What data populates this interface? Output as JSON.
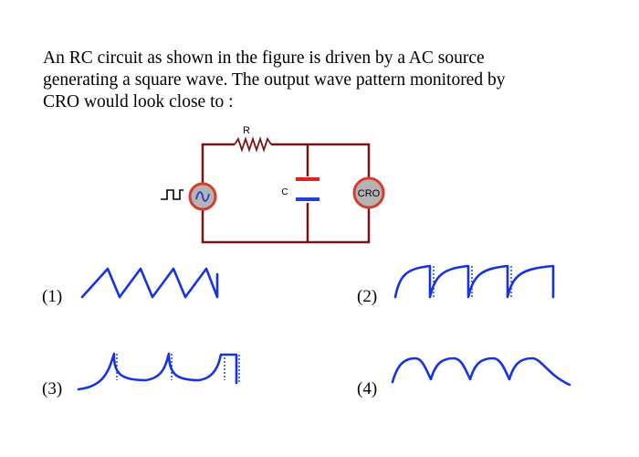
{
  "question": {
    "lines": [
      "An RC circuit as shown in the figure is driven by a AC source",
      "generating a square wave. The output wave pattern monitored by",
      "CRO would look close to :"
    ]
  },
  "circuit": {
    "resistor_label": "R",
    "capacitor_label": "C",
    "cro_label": "CRO",
    "colors": {
      "wire": "#7a1414",
      "source_fill": "#b4b4b4",
      "source_ring": "#d83c2a",
      "capacitor_top_plate": "#e02020",
      "capacitor_bottom_plate": "#1f3fd8"
    }
  },
  "options": [
    {
      "label": "(1)",
      "shape": "sawtooth"
    },
    {
      "label": "(2)",
      "shape": "charging-with-vertical-drop"
    },
    {
      "label": "(3)",
      "shape": "rising-with-vertical-drop"
    },
    {
      "label": "(4)",
      "shape": "charge-discharge"
    }
  ],
  "wave_color": "#1533e0"
}
